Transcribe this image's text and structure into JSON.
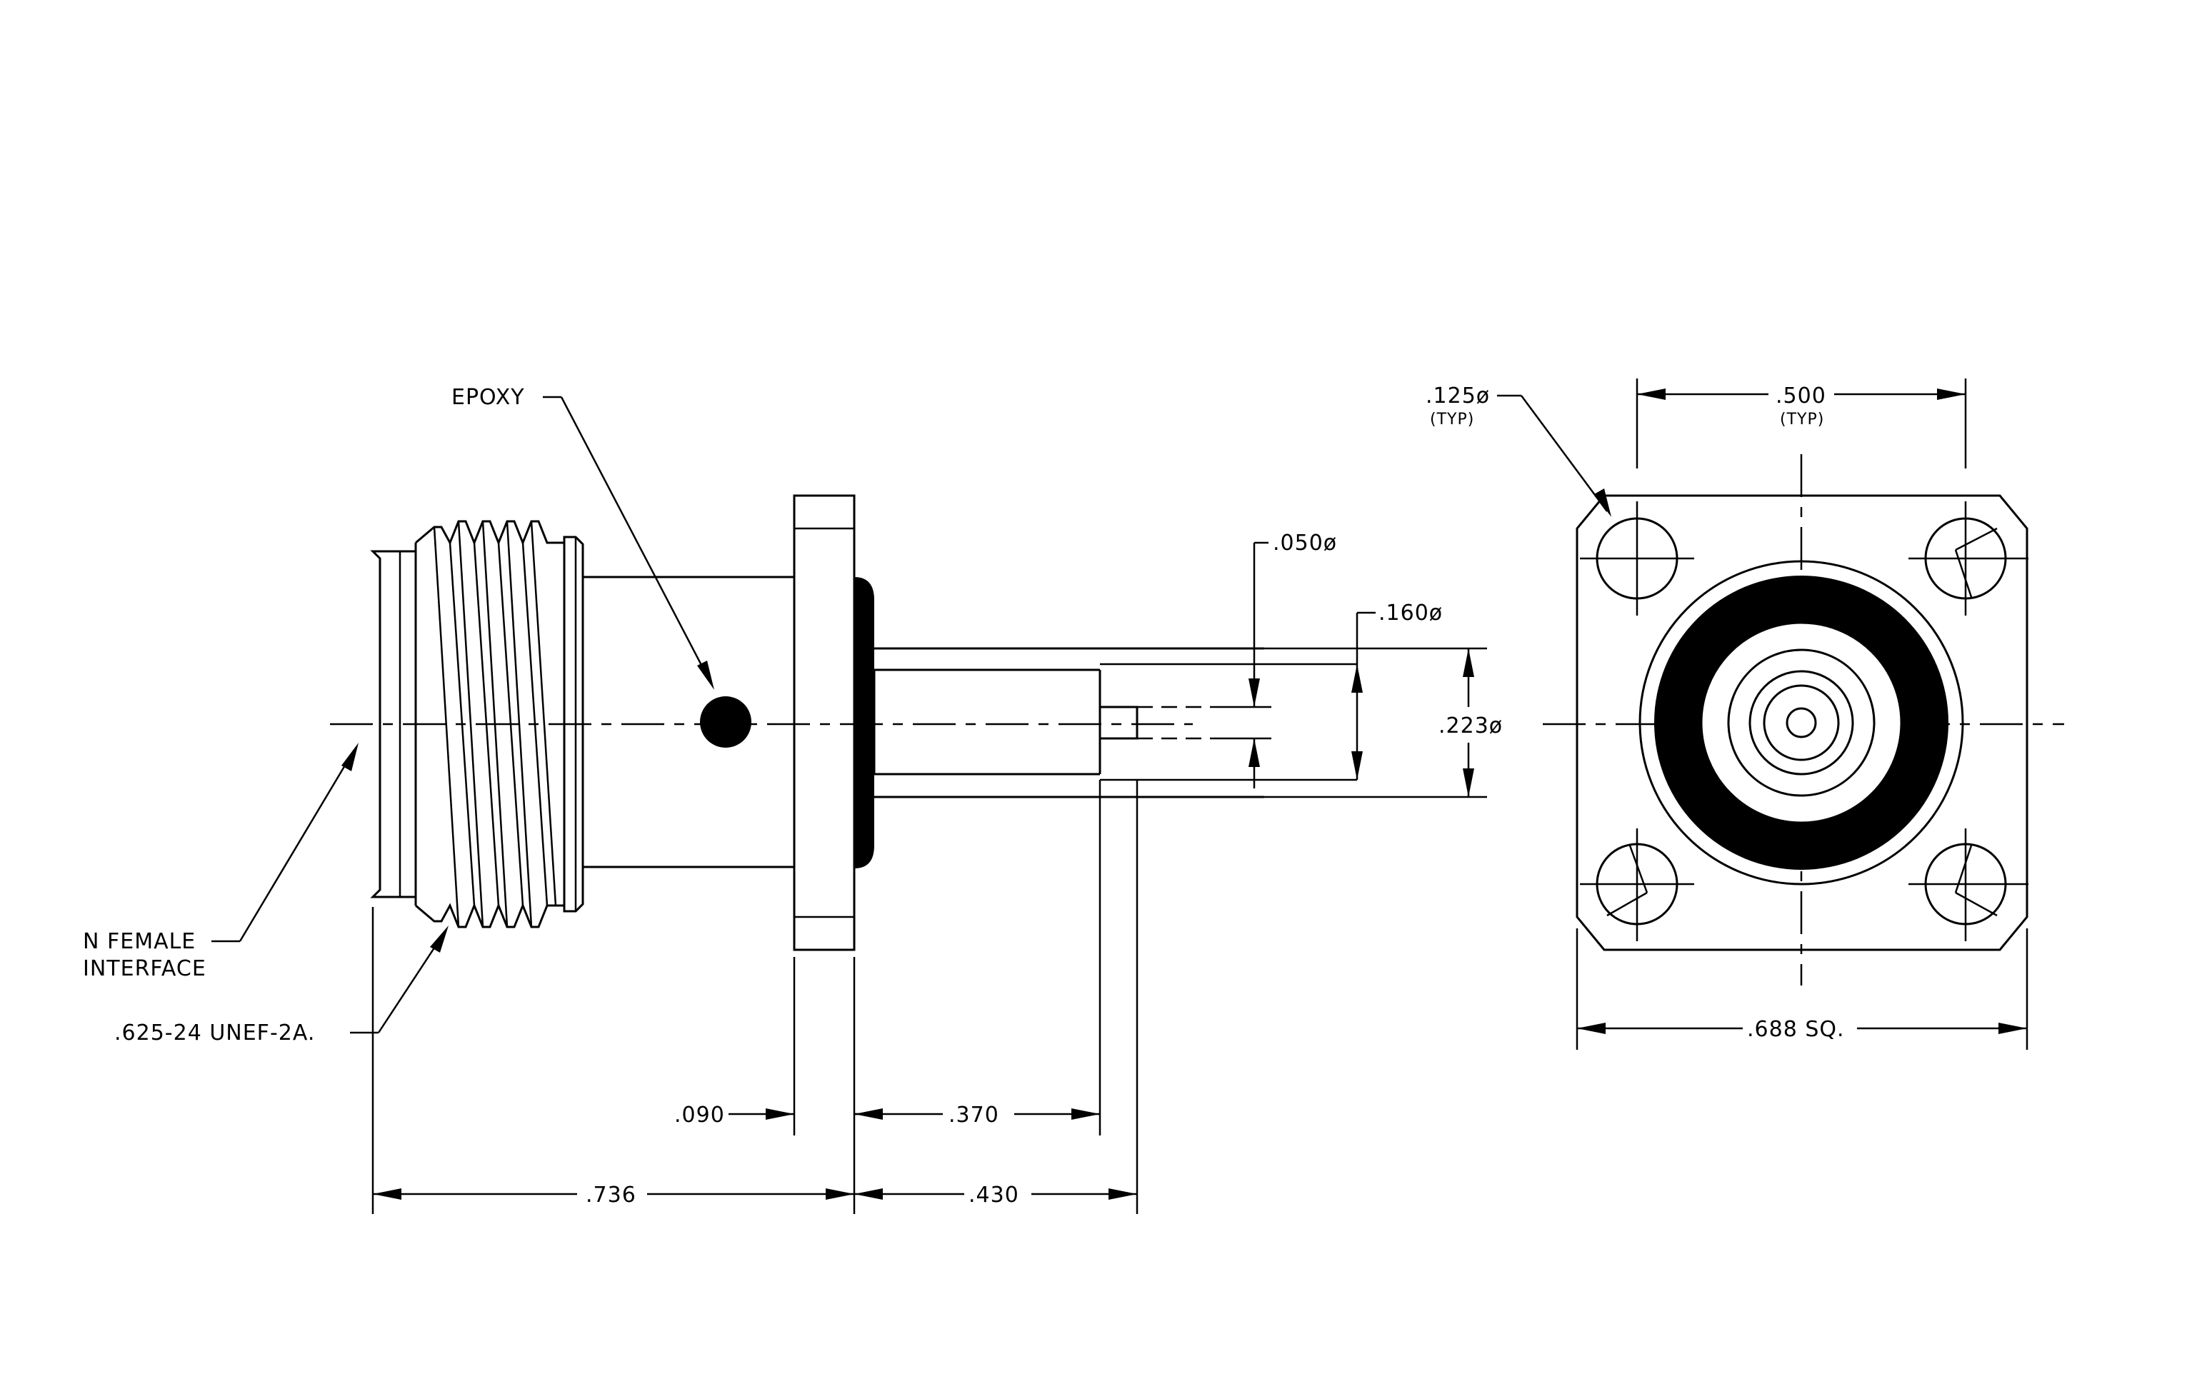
{
  "labels": {
    "epoxy": "EPOXY",
    "interface_1": "N FEMALE",
    "interface_2": "INTERFACE",
    "thread": ".625-24 UNEF-2A.",
    "dim_090": ".090",
    "dim_370": ".370",
    "dim_736": ".736",
    "dim_430": ".430",
    "dim_050": ".050ø",
    "dim_160": ".160ø",
    "dim_223": ".223ø",
    "dim_125": ".125ø",
    "dim_125_typ": "(TYP)",
    "dim_500": ".500",
    "dim_500_typ": "(TYP)",
    "dim_688": ".688 SQ."
  }
}
